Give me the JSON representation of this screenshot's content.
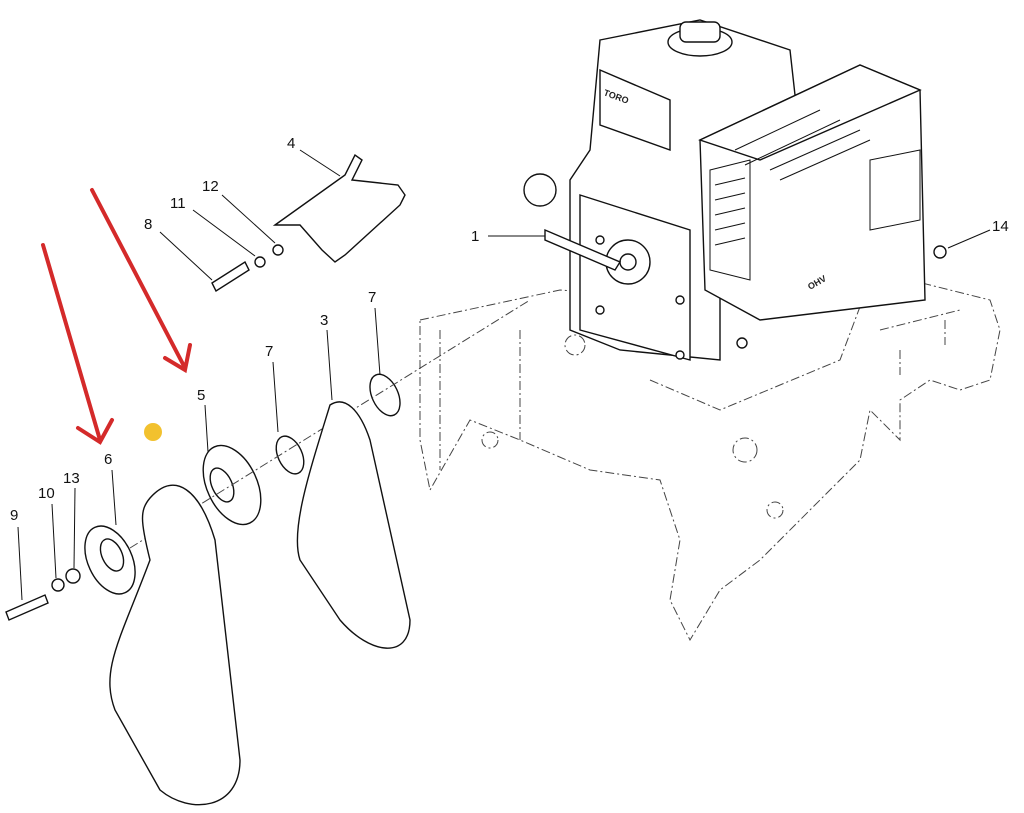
{
  "diagram": {
    "callouts": [
      {
        "id": "c1",
        "label": "1",
        "part": "engine"
      },
      {
        "id": "c3",
        "label": "3",
        "part": "belt"
      },
      {
        "id": "c4",
        "label": "4",
        "part": "belt-guide"
      },
      {
        "id": "c5",
        "label": "5",
        "part": "pulley"
      },
      {
        "id": "c6",
        "label": "6",
        "part": "idler-pulley"
      },
      {
        "id": "c7a",
        "label": "7",
        "part": "spacer"
      },
      {
        "id": "c7b",
        "label": "7",
        "part": "spacer"
      },
      {
        "id": "c8",
        "label": "8",
        "part": "bolt"
      },
      {
        "id": "c9",
        "label": "9",
        "part": "bolt"
      },
      {
        "id": "c10",
        "label": "10",
        "part": "lock-washer"
      },
      {
        "id": "c11",
        "label": "11",
        "part": "lock-washer"
      },
      {
        "id": "c12",
        "label": "12",
        "part": "washer"
      },
      {
        "id": "c13",
        "label": "13",
        "part": "washer"
      },
      {
        "id": "c14",
        "label": "14",
        "part": "nut"
      }
    ],
    "engine_logo": {
      "brand": "TORO",
      "model": "OHV"
    },
    "annotation_color": "#d42a2a",
    "marker_color": "#f2c12e"
  }
}
